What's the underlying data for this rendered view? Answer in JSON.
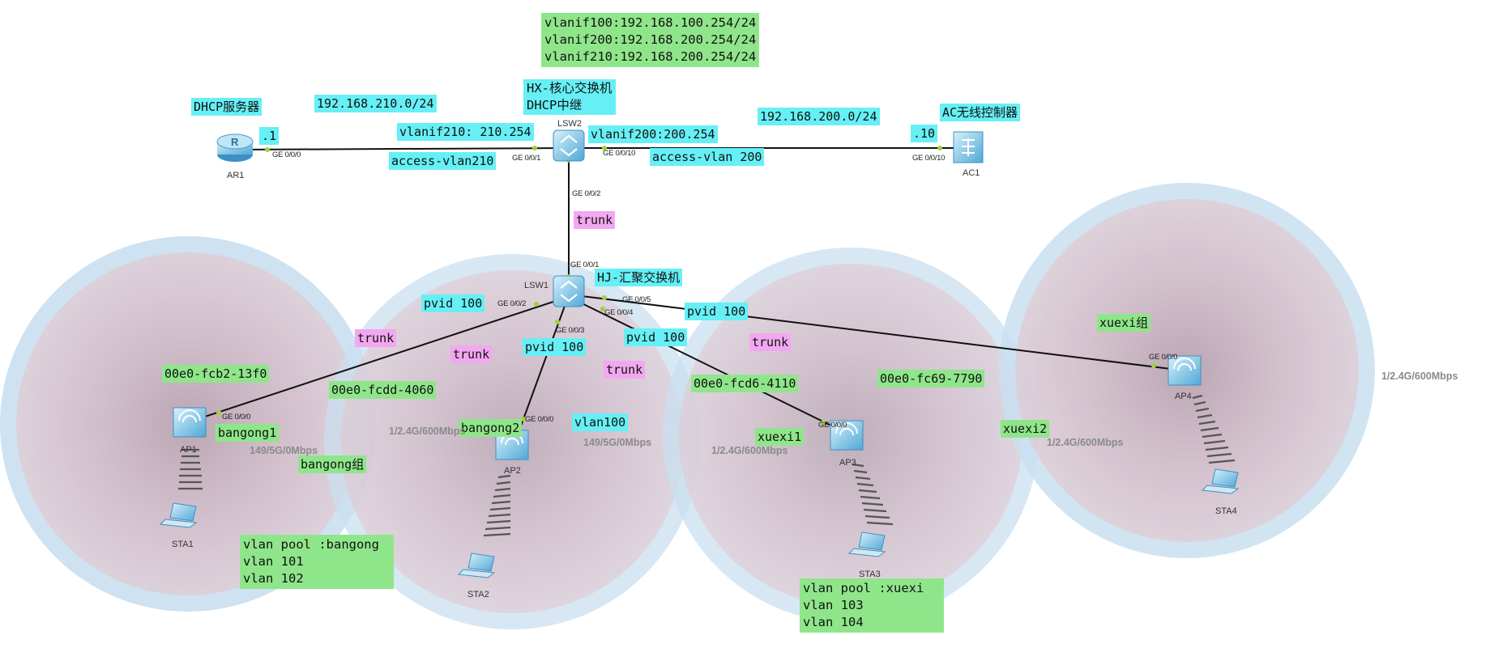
{
  "config_box": [
    "vlanif100:192.168.100.254/24",
    "vlanif200:192.168.200.254/24",
    "vlanif210:192.168.200.254/24"
  ],
  "core": {
    "title_line1": "HX-核心交换机",
    "title_line2": "DHCP中继",
    "name": "LSW2"
  },
  "dhcp_server": {
    "title": "DHCP服务器",
    "name": "AR1",
    "ip_suffix": ".1"
  },
  "ac": {
    "title": "AC无线控制器",
    "name": "AC1",
    "ip_suffix": ".10"
  },
  "aggregation": {
    "title": "HJ-汇聚交换机",
    "name": "LSW1"
  },
  "subnets": {
    "left": "192.168.210.0/24",
    "right": "192.168.200.0/24"
  },
  "links": {
    "vlanif210": "vlanif210: 210.254",
    "vlanif200": "vlanif200:200.254",
    "access210": "access-vlan210",
    "access200": "access-vlan 200",
    "trunk": "trunk",
    "pvid": "pvid 100",
    "vlan100": "vlan100"
  },
  "ports": {
    "ar1_ge000": "GE 0/0/0",
    "lsw2_ge001": "GE 0/0/1",
    "lsw2_ge0010": "GE 0/0/10",
    "ac1_ge0010": "GE 0/0/10",
    "lsw2_ge002": "GE 0/0/2",
    "lsw1_ge001": "GE 0/0/1",
    "lsw1_ge002": "GE 0/0/2",
    "lsw1_ge003": "GE 0/0/3",
    "lsw1_ge004": "GE 0/0/4",
    "lsw1_ge005": "GE 0/0/5",
    "ap1_ge000": "GE 0/0/0",
    "ap2_ge000": "GE 0/0/0",
    "ap3_ge000": "GE 0/0/0",
    "ap4_ge000": "GE 0/0/0"
  },
  "aps": [
    {
      "name": "AP1",
      "mac": "00e0-fcb2-13f0",
      "ssid": "bangong1",
      "rate": "149/5G/0Mbps"
    },
    {
      "name": "AP2",
      "mac": "00e0-fcdd-4060",
      "ssid": "bangong2",
      "rate": "1/2.4G/600Mbps"
    },
    {
      "name": "AP3",
      "mac": "00e0-fcd6-4110",
      "ssid": "xuexi1",
      "rate": "1/2.4G/600Mbps"
    },
    {
      "name": "AP4",
      "mac": "00e0-fc69-7790",
      "ssid": "xuexi2",
      "rate": "1/2.4G/600Mbps"
    }
  ],
  "ap2_extra_rate": "149/5G/0Mbps",
  "ap4_far_rate": "1/2.4G/600Mbps",
  "stations": [
    "STA1",
    "STA2",
    "STA3",
    "STA4"
  ],
  "groups": {
    "bangong": "bangong组",
    "xuexi": "xuexi组"
  },
  "pools": {
    "bangong": [
      "vlan pool :bangong",
      "vlan 101",
      "vlan 102"
    ],
    "xuexi": [
      "vlan pool :xuexi",
      "vlan 103",
      "vlan 104"
    ]
  },
  "colors": {
    "cyan": "#66f0f5",
    "green": "#8fe68a",
    "pink": "#f2a8f0",
    "coverage_ring": "#c9dff0",
    "coverage_fill": "#d9b4c0"
  }
}
